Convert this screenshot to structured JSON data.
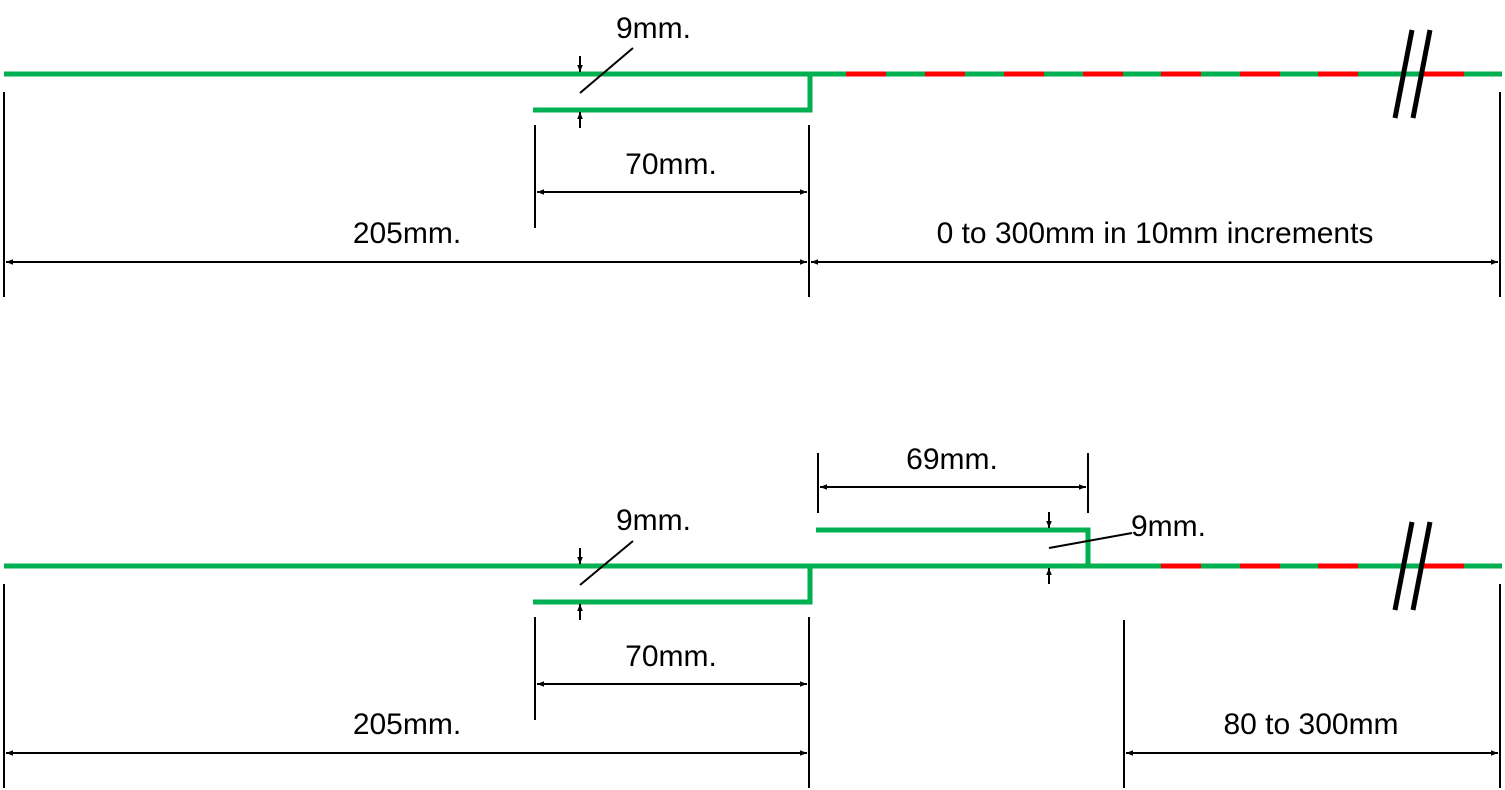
{
  "colors": {
    "line": "#00B050",
    "dash": "#FF0000",
    "dimension": "#000000"
  },
  "top_diagram": {
    "flange_thickness": "9mm.",
    "flange_length": "70mm.",
    "left_length": "205mm.",
    "right_range": "0 to 300mm in 10mm increments"
  },
  "bottom_diagram": {
    "left_flange_thickness": "9mm.",
    "right_flange_length": "69mm.",
    "right_flange_thickness": "9mm.",
    "left_flange_length": "70mm.",
    "left_length": "205mm.",
    "right_range": "80 to 300mm"
  }
}
